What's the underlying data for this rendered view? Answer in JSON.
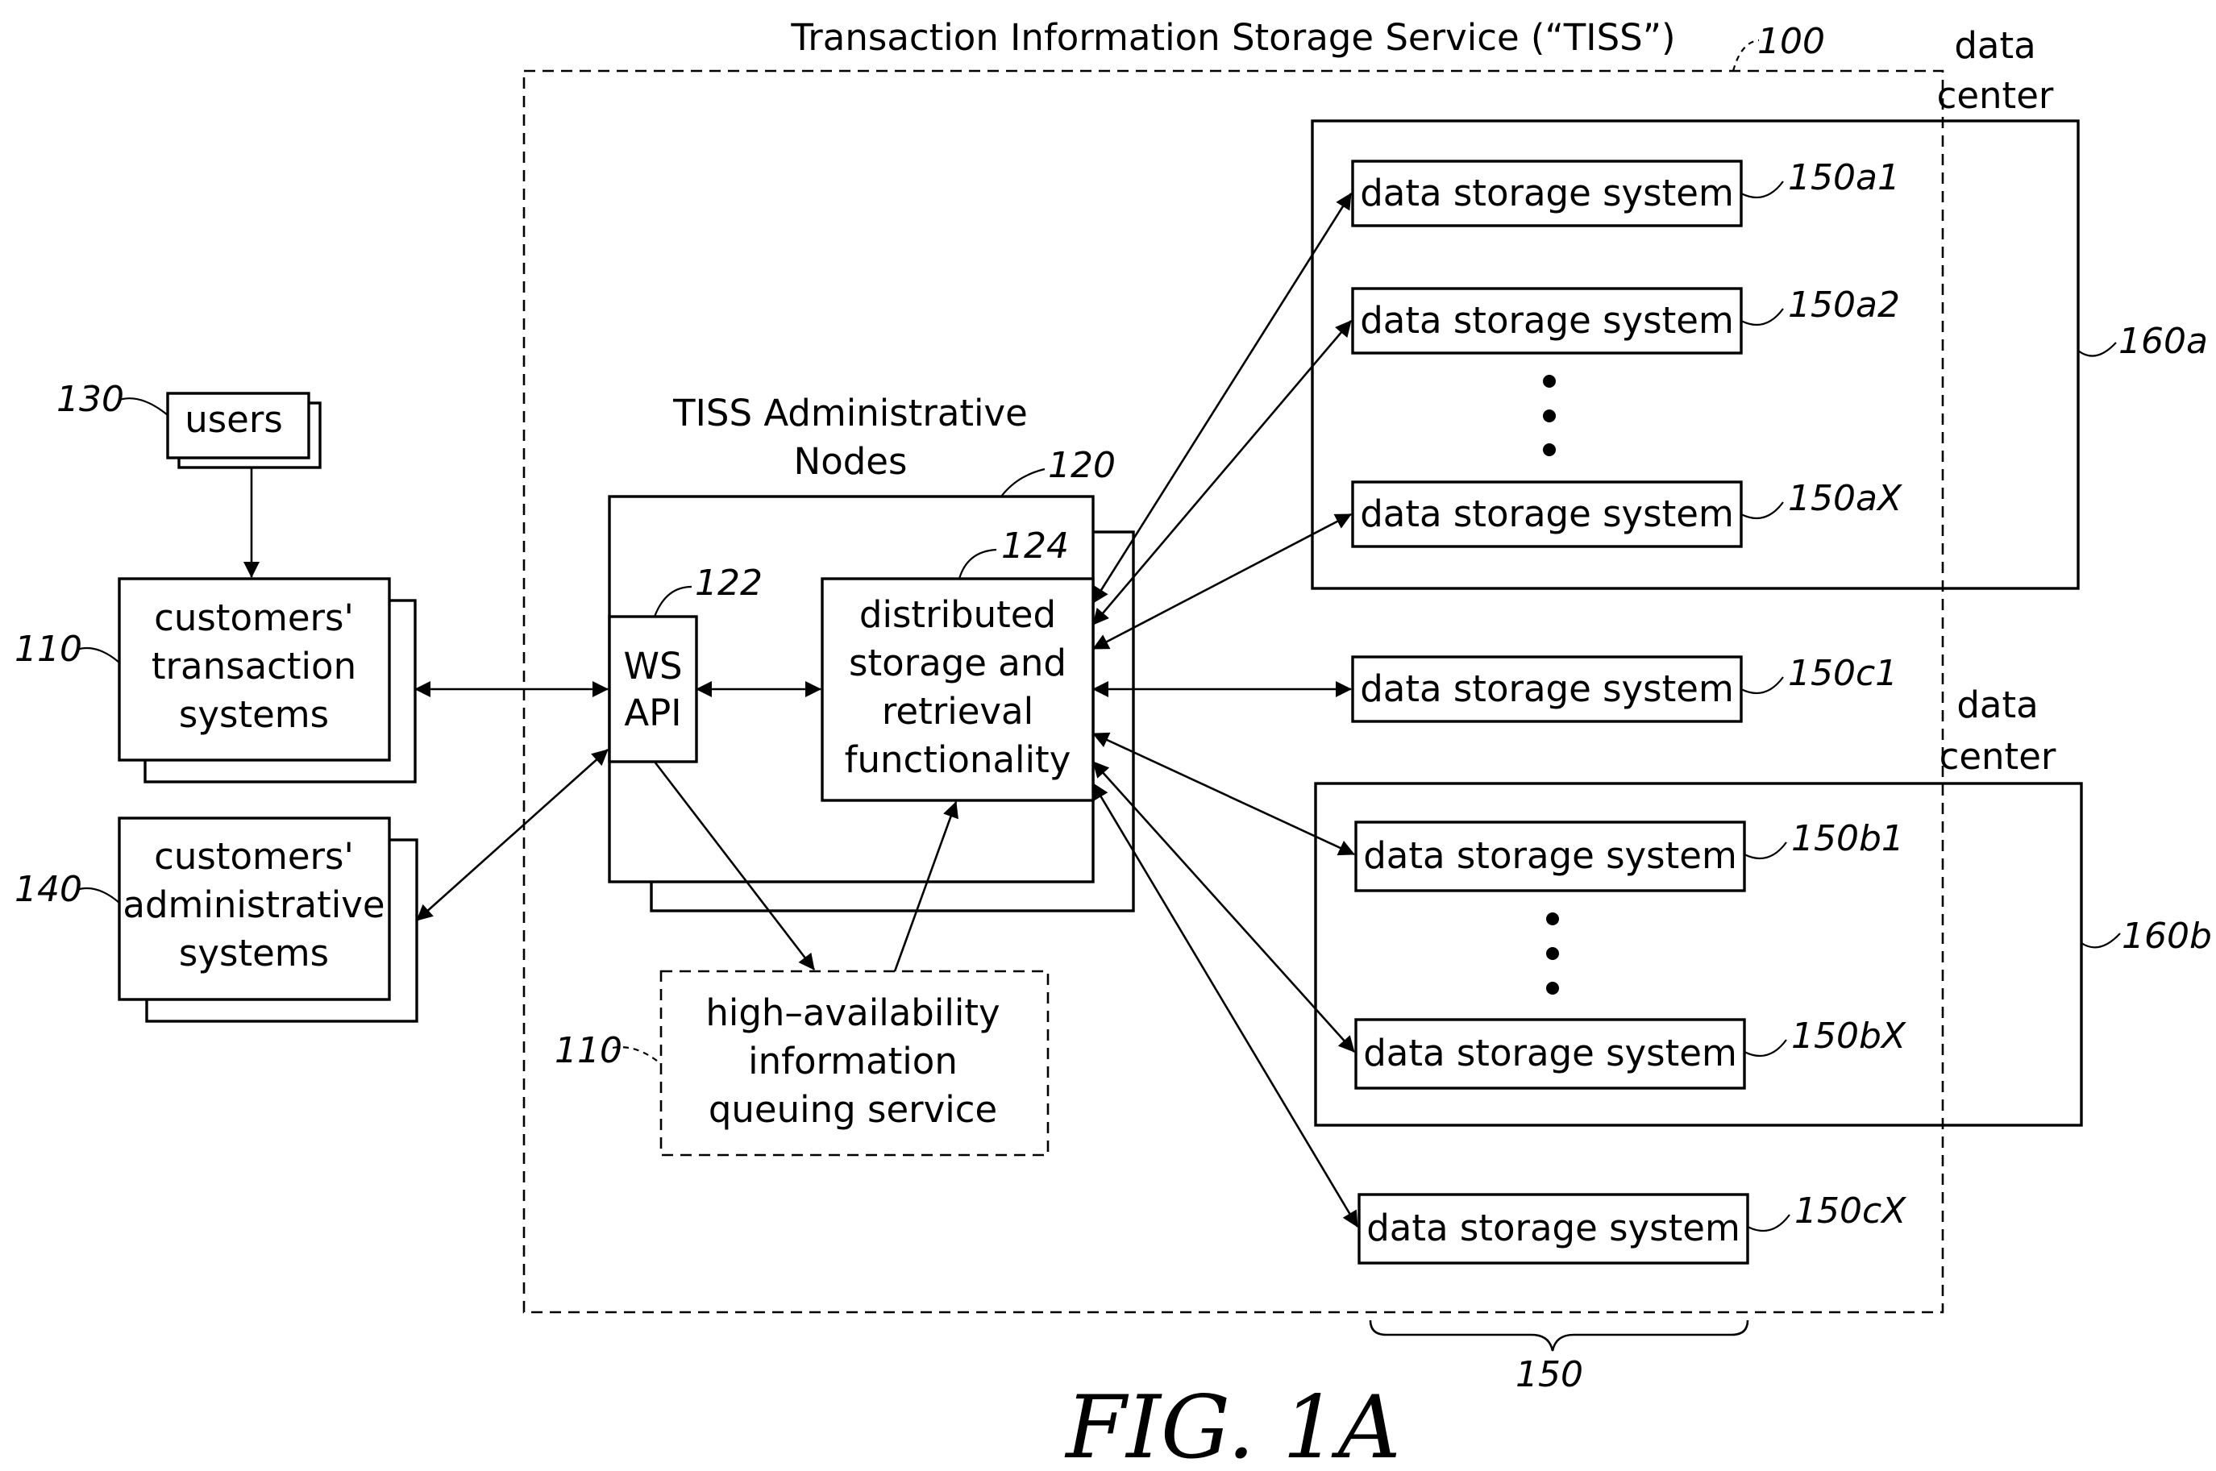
{
  "title": "Transaction Information Storage Service (“TISS”)",
  "figure_label": "FIG.  1A",
  "admin_nodes_label": [
    "TISS  Administrative",
    "Nodes"
  ],
  "data_center_label": [
    "data",
    "center"
  ],
  "nodes": {
    "users": {
      "label": [
        "users"
      ]
    },
    "transaction_systems": {
      "label": [
        "customers'",
        "transaction",
        "systems"
      ]
    },
    "admin_systems": {
      "label": [
        "customers'",
        "administrative",
        "systems"
      ]
    },
    "ws_api": {
      "label": [
        "WS",
        "API"
      ]
    },
    "dist_storage": {
      "label": [
        "distributed",
        "storage  and",
        "retrieval",
        "functionality"
      ]
    },
    "queue": {
      "label": [
        "high–availability",
        "information",
        "queuing  service"
      ]
    },
    "dss": {
      "label": "data  storage  system"
    }
  },
  "refs": {
    "tiss": "100",
    "admin_nodes": "120",
    "ws_api": "122",
    "dist_storage": "124",
    "users": "130",
    "transaction_systems": "110",
    "admin_systems": "140",
    "queue": "110",
    "dss_a1": "150a1",
    "dss_a2": "150a2",
    "dss_aX": "150aX",
    "dss_c1": "150c1",
    "dss_b1": "150b1",
    "dss_bX": "150bX",
    "dss_cX": "150cX",
    "dc_a": "160a",
    "dc_b": "160b",
    "dss_group": "150"
  }
}
